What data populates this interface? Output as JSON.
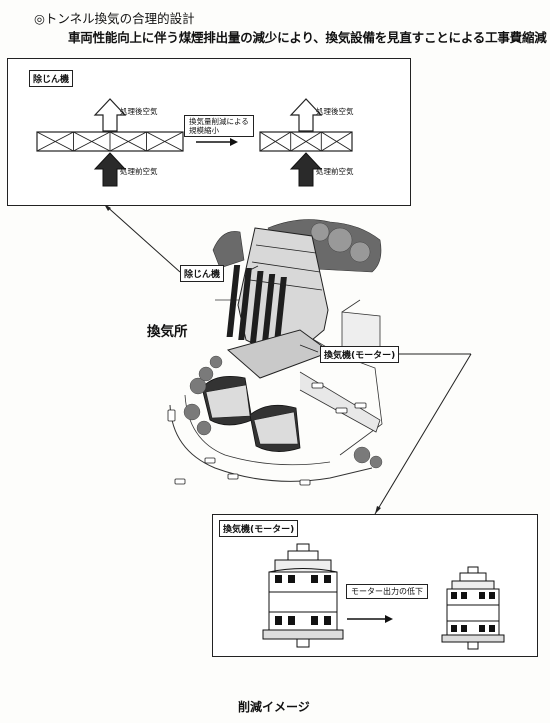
{
  "header": {
    "title": "◎トンネル換気の合理的設計",
    "subtitle": "車両性能向上に伴う煤煙排出量の減少により、換気設備を見直すことによる工事費縮減"
  },
  "top_panel": {
    "label": "除じん機",
    "after_air_left": "処理後空気",
    "before_air_left": "処理前空気",
    "change_note": "換気量削減による\n規模縮小",
    "after_air_right": "処理後空気",
    "before_air_right": "処理前空気"
  },
  "illustration": {
    "tag_dust": "除じん機",
    "tag_fan": "換気機(モーター)",
    "station_label": "換気所"
  },
  "bottom_panel": {
    "label": "換気機(モーター)",
    "change_note": "モーター出力の低下"
  },
  "footer": {
    "caption": "削減イメージ"
  }
}
